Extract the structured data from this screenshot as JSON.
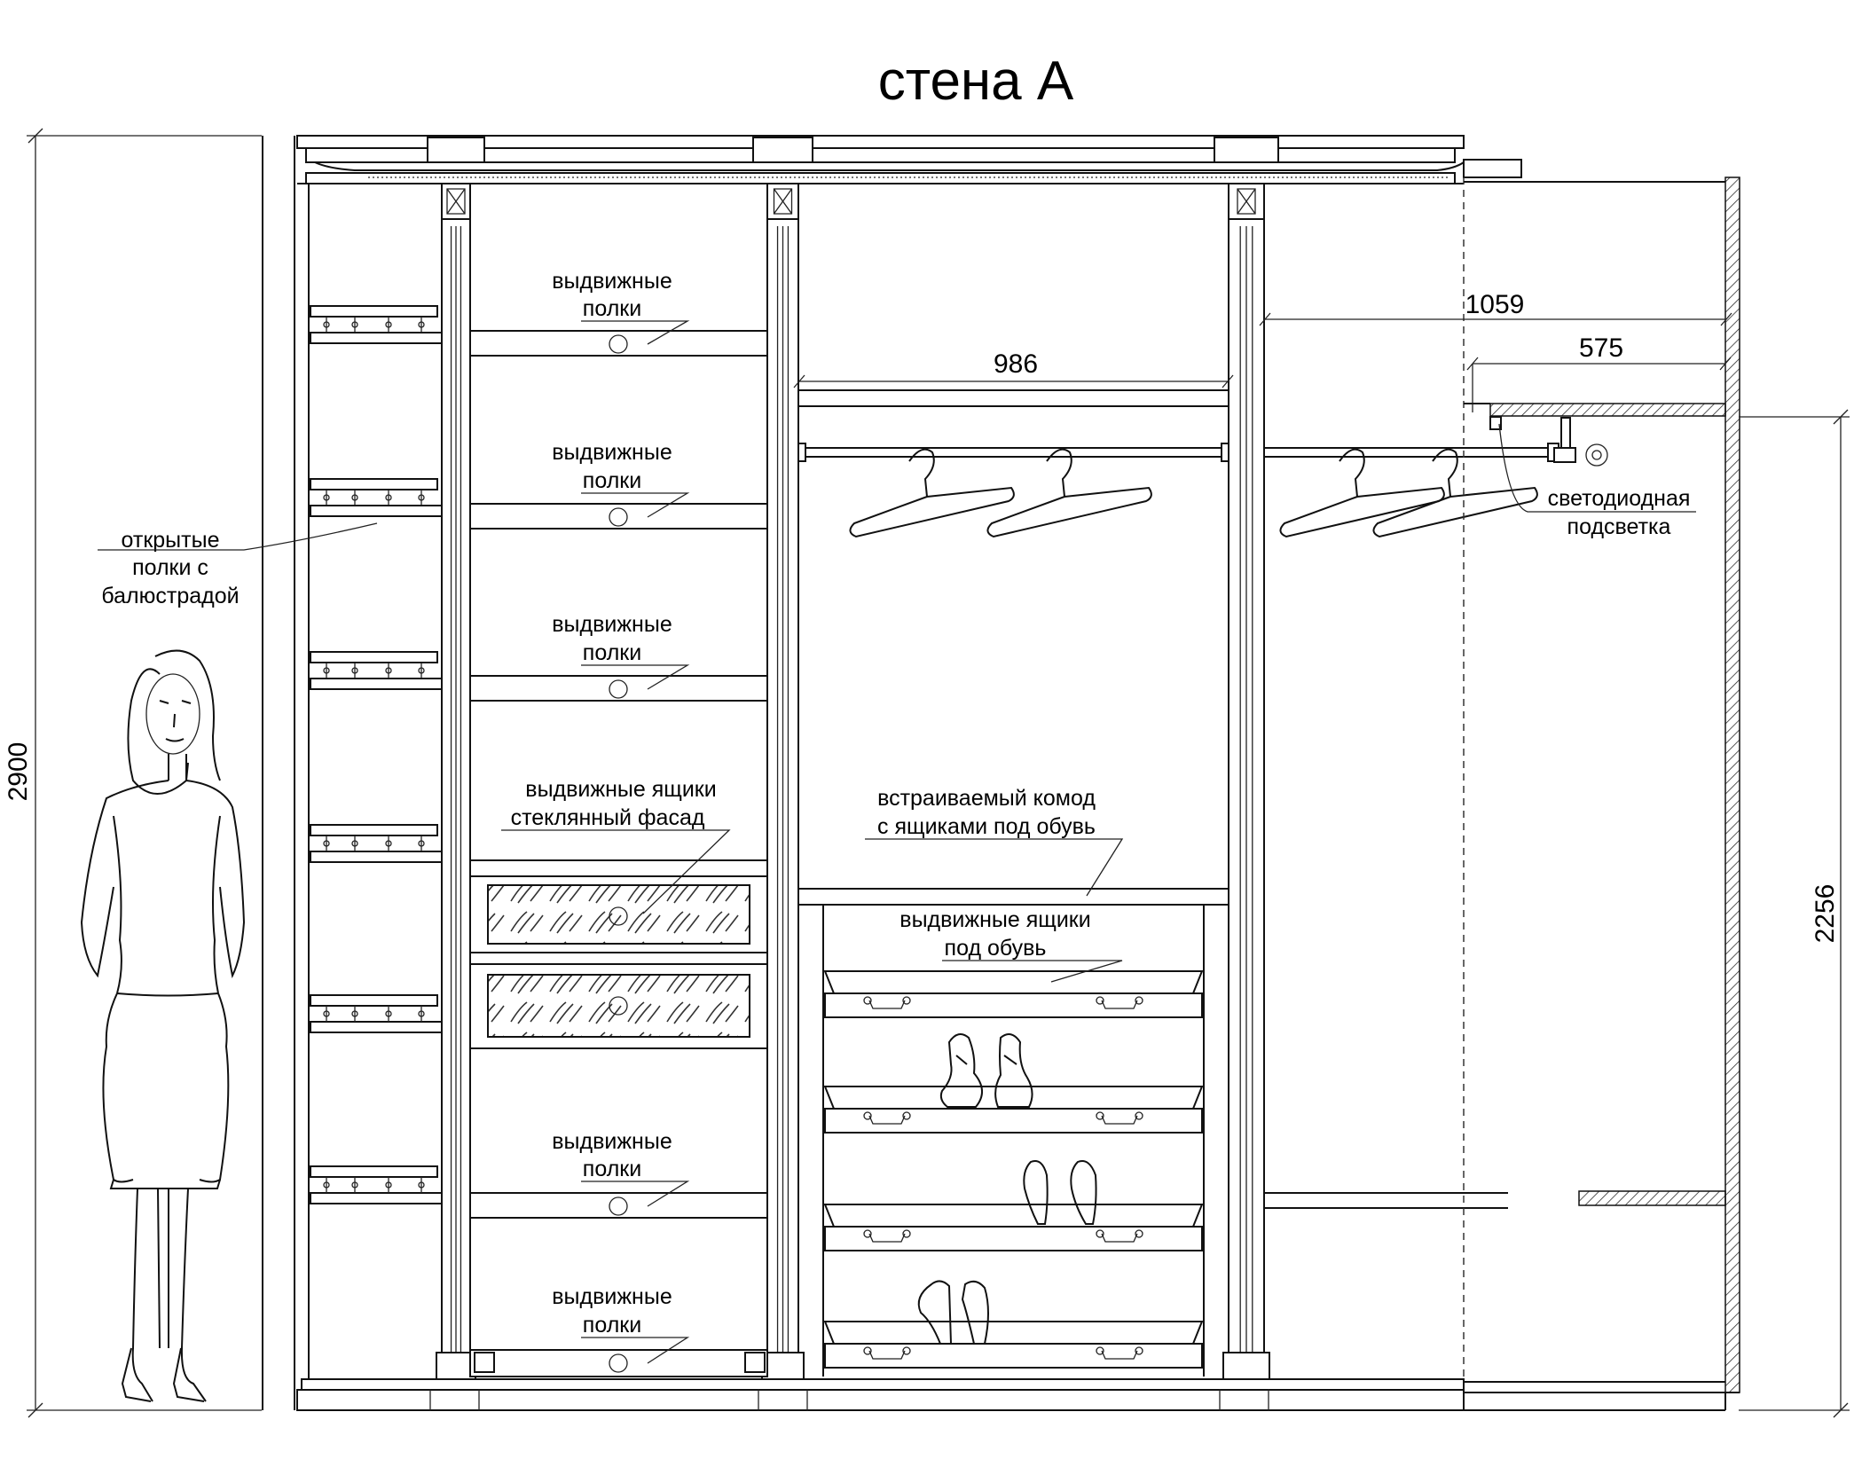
{
  "title": "стена А",
  "dimensions": {
    "total_height": "2900",
    "right_height": "2256",
    "width_1059": "1059",
    "width_986": "986",
    "width_575": "575"
  },
  "labels": {
    "pullout_shelves": [
      "выдвижные",
      "полки"
    ],
    "open_shelves": [
      "открытые",
      "полки с",
      "балюстрадой"
    ],
    "glass_drawers": [
      "выдвижные ящики",
      "стеклянный фасад"
    ],
    "builtin_dresser": [
      "встраиваемый комод",
      "с ящиками под обувь"
    ],
    "shoe_drawers": [
      "выдвижные ящики",
      "под обувь"
    ],
    "led_lighting": [
      "светодиодная",
      "подсветка"
    ]
  },
  "icons": {
    "hanger": "hanger-icon",
    "person": "person-figure-icon",
    "shoe": "shoe-icon"
  }
}
